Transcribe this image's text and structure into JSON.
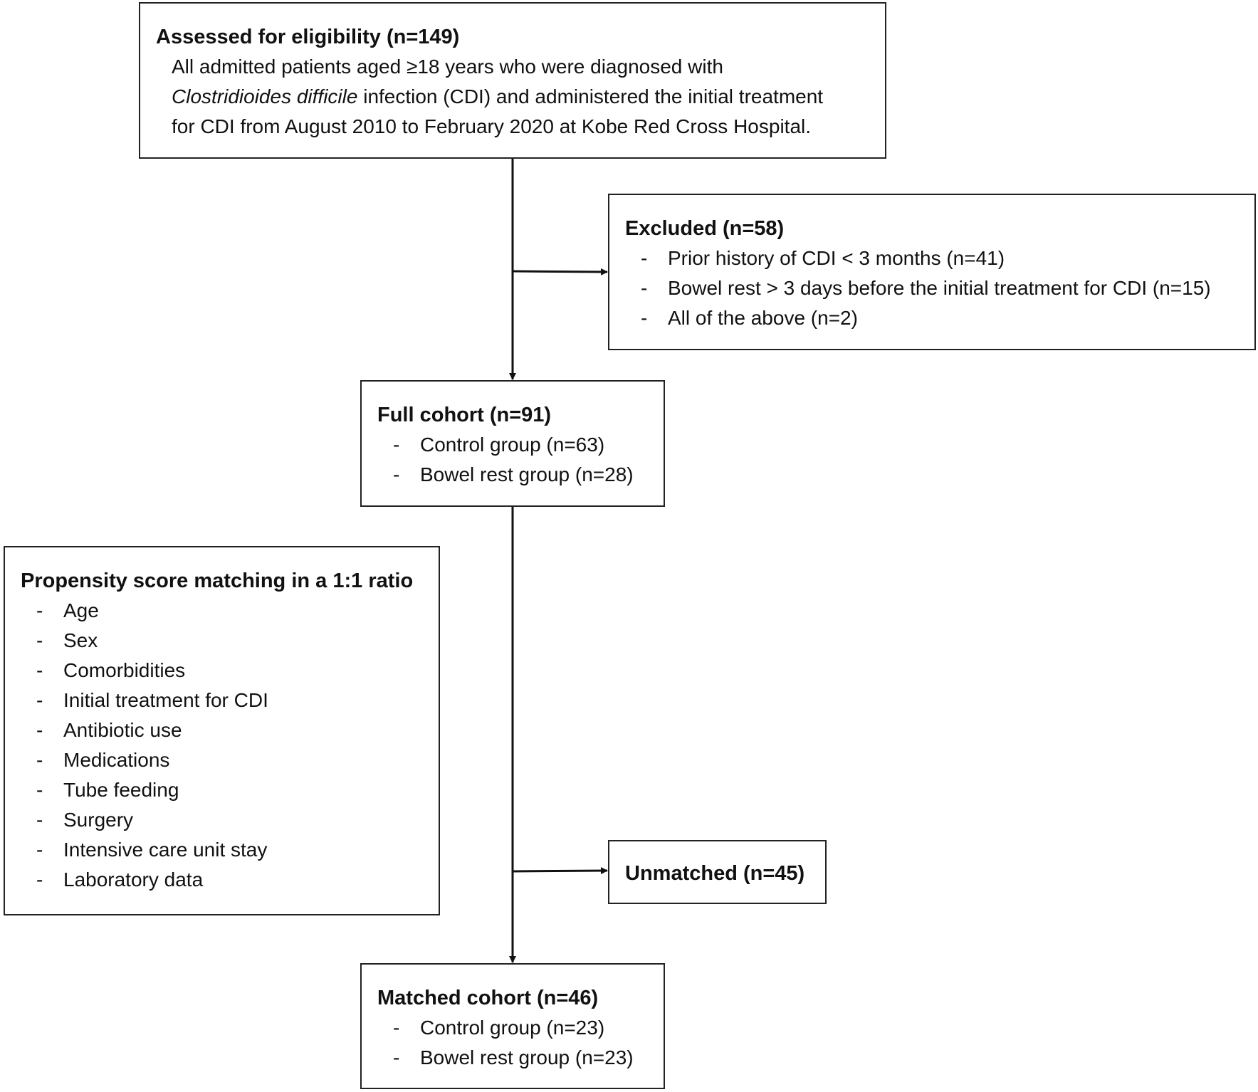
{
  "eligibility": {
    "title": "Assessed for eligibility (n=149)",
    "line1": "All admitted patients aged ≥18 years who were diagnosed with",
    "line2_italic": "Clostridioides difficile",
    "line2_rest": " infection (CDI) and administered the initial treatment",
    "line3": "for CDI from August 2010 to February 2020 at Kobe Red Cross Hospital."
  },
  "excluded": {
    "title": "Excluded (n=58)",
    "items": [
      "Prior history of CDI < 3 months (n=41)",
      "Bowel rest > 3 days before the initial treatment for CDI (n=15)",
      "All of the above (n=2)"
    ]
  },
  "full_cohort": {
    "title": "Full cohort (n=91)",
    "items": [
      "Control group (n=63)",
      "Bowel rest group (n=28)"
    ]
  },
  "propensity": {
    "title": "Propensity score matching in a 1:1 ratio",
    "items": [
      "Age",
      "Sex",
      "Comorbidities",
      "Initial treatment for CDI",
      "Antibiotic use",
      "Medications",
      "Tube feeding",
      "Surgery",
      "Intensive care unit stay",
      "Laboratory data"
    ]
  },
  "unmatched": {
    "title": "Unmatched (n=45)"
  },
  "matched_cohort": {
    "title": "Matched cohort (n=46)",
    "items": [
      "Control group (n=23)",
      "Bowel rest group (n=23)"
    ]
  }
}
